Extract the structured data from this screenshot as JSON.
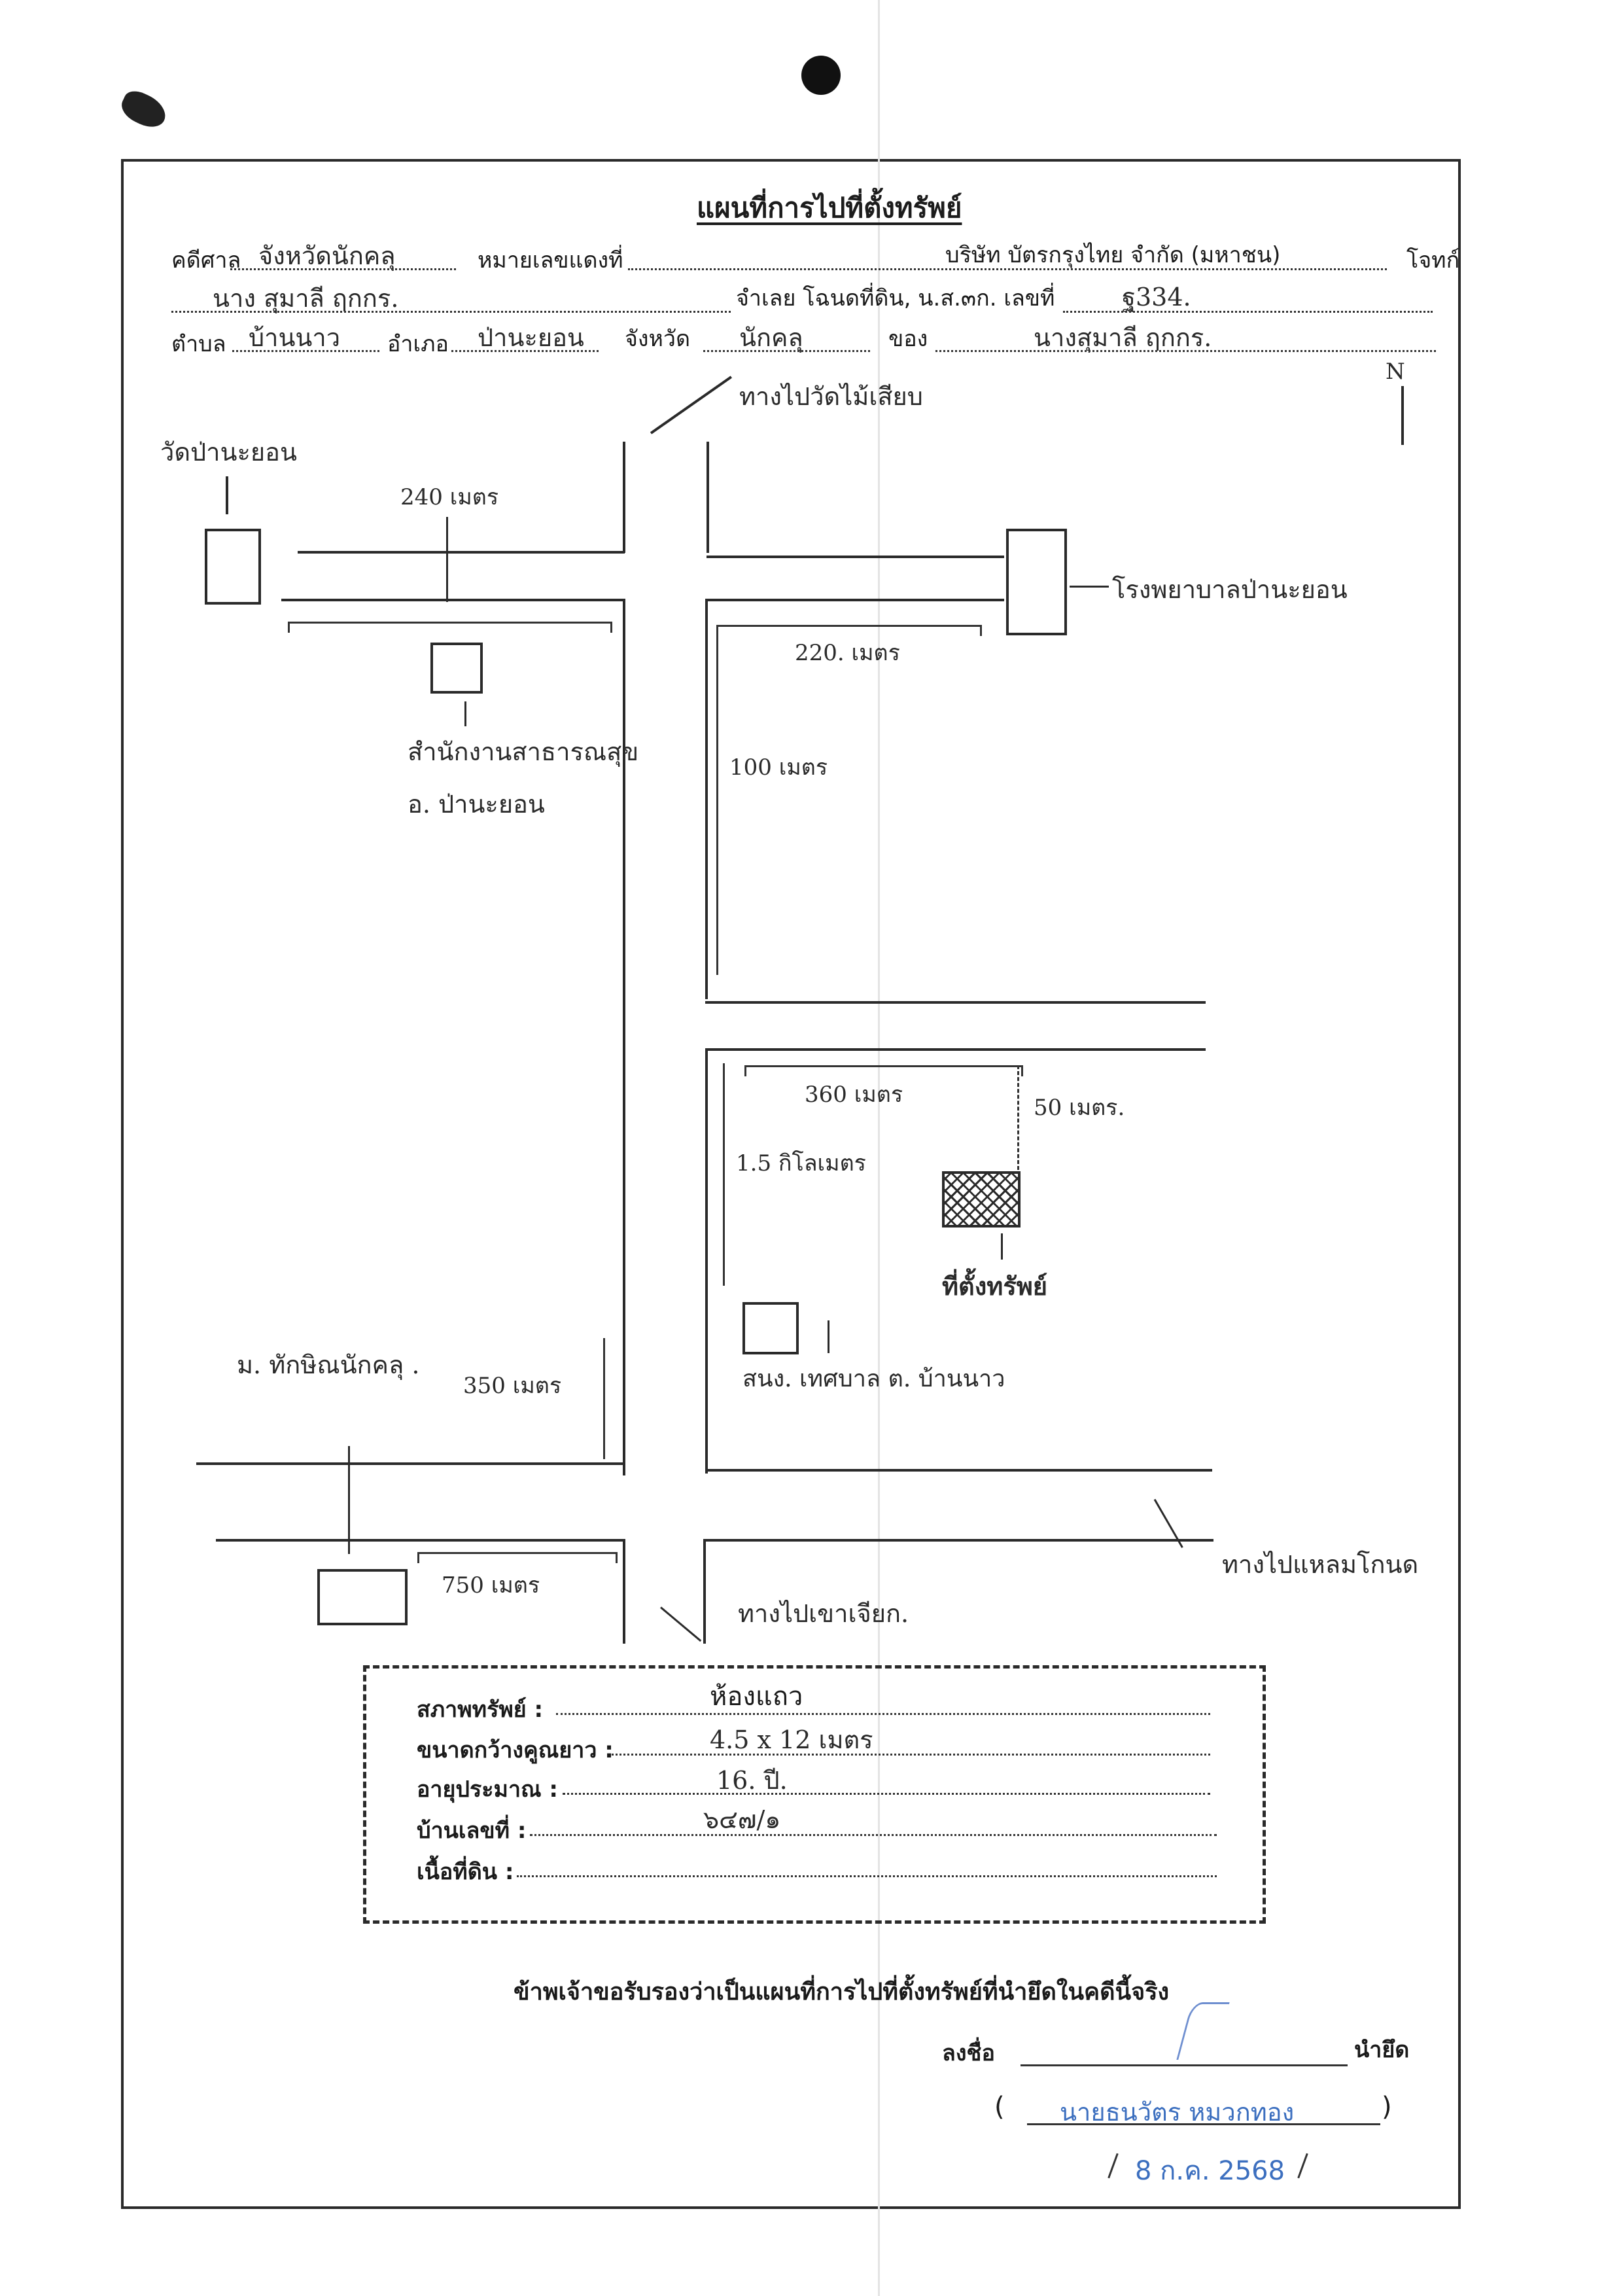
{
  "header": {
    "title": "แผนที่การไปที่ตั้งทรัพย์",
    "court_label": "คดีศาล",
    "court_value": "จังหวัดนักคลุ",
    "red_case_label": "หมายเลขแดงที่",
    "plaintiff_value": "บริษัท บัตรกรุงไทย จำกัด (มหาชน)",
    "plaintiff_label": "โจทก์",
    "defendant_value": "นาง สุมาลี ฤกกร.",
    "title_deed_label": "จำเลย  โฉนดที่ดิน, น.ส.๓ก. เลขที่",
    "title_deed_value": "ฐ334.",
    "subdistrict_label": "ตำบล",
    "subdistrict_value": "บ้านนาว",
    "district_label": "อำเภอ",
    "district_value": "ป่านะยอน",
    "province_label": "จังหวัด",
    "province_value": "นักคลุ",
    "owner_label": "ของ",
    "owner_value": "นางสุมาลี ฤกกร."
  },
  "map": {
    "north": "N",
    "temple": "วัดป่านะยอน",
    "to_temple_road": "ทางไปวัดไม้เสียบ",
    "dist_240": "240 เมตร",
    "hospital": "โรงพยาบาลป่านะยอน",
    "dist_220": "220. เมตร",
    "health_office_line1": "สำนักงานสาธารณสุข",
    "health_office_line2": "อ. ป่านะยอน",
    "dist_100": "100 เมตร",
    "dist_360": "360 เมตร",
    "dist_50": "50 เมตร.",
    "dist_1_5": "1.5 กิโลเมตร",
    "property_label": "ที่ตั้งทรัพย์",
    "university": "ม. ทักษิณนักคลุ .",
    "dist_350": "350 เมตร",
    "municipal_office": "สนง. เทศบาล ต. บ้านนาว",
    "to_cape_road": "ทางไปแหลมโกนด",
    "dist_750": "750 เมตร",
    "to_chiak_road": "ทางไปเขาเจียก."
  },
  "property": {
    "condition_label": "สภาพทรัพย์ :",
    "condition_value": "ห้องแถว",
    "size_label": "ขนาดกว้างคูณยาว :",
    "size_value": "4.5 x 12  เมตร",
    "age_label": "อายุประมาณ :",
    "age_value": "16.  ปี.",
    "house_no_label": "บ้านเลขที่ :",
    "house_no_value": "๖๔๗/๑",
    "land_area_label": "เนื้อที่ดิน :",
    "land_area_value": ""
  },
  "certification": {
    "statement": "ข้าพเจ้าขอรับรองว่าเป็นแผนที่การไปที่ตั้งทรัพย์ที่นำยึดในคดีนี้จริง",
    "sign_label": "ลงชื่อ",
    "role_label": "นำยึด",
    "name_stamp": "นายธนวัตร  หมวกทอง",
    "paren_open": "(",
    "paren_close": ")",
    "date_stamp": "8 ก.ค. 2568"
  },
  "colors": {
    "ink": "#2a2a2a",
    "stamp_blue": "#3c6fbf"
  }
}
